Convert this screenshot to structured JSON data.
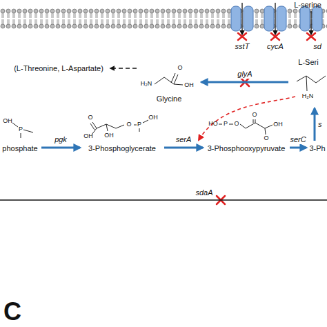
{
  "diagram": {
    "nodes": [
      {
        "text": [
          "L-serine"
        ]
      },
      {
        "text": [
          "(L-Threonine, L-Aspartate)"
        ]
      },
      {
        "text": [
          "Glycine"
        ]
      },
      {
        "text": [
          "L-Seri"
        ]
      },
      {
        "text": [
          "phosphate"
        ]
      },
      {
        "text": [
          "3-Phosphoglycerate"
        ]
      },
      {
        "text": [
          "3-Phosphooxypyruvate"
        ]
      },
      {
        "text": [
          "3-Ph"
        ]
      }
    ],
    "edges": [
      {
        "from": 4,
        "to": 5,
        "label": "pgk",
        "arrow": "to"
      },
      {
        "from": 5,
        "to": 6,
        "label": "serA",
        "arrow": "to"
      },
      {
        "from": 6,
        "to": 7,
        "label": "serC",
        "arrow": "to"
      },
      {
        "from": 7,
        "to": 3,
        "label": "s",
        "arrow": "to"
      },
      {
        "from": 3,
        "to": 2,
        "label": "glyA",
        "arrow": "to"
      },
      {
        "from": 2,
        "to": 1,
        "arrow": "to"
      }
    ],
    "labels": [
      "sstT",
      "cycA",
      "sd",
      "sdaA",
      "C",
      "H₂N",
      "O",
      "OH",
      "O",
      "OH",
      "OH",
      "O",
      "P",
      "OH",
      "HO",
      "P",
      "O",
      "O",
      "O",
      "OH",
      "OH",
      "P",
      "H₂N"
    ]
  }
}
